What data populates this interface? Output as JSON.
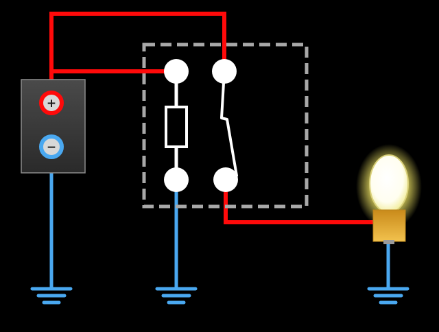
{
  "diagram": {
    "background_color": "#000000",
    "wire_positive_color": "#ff0a0a",
    "wire_ground_color": "#4aa8f0",
    "battery": {
      "positive_symbol": "+",
      "negative_symbol": "−",
      "fill_color": "#3a3a3a"
    },
    "relay": {
      "outline_style": "dashed",
      "outline_color": "#a8a8a8",
      "coil_icon": "resistor-coil",
      "switch_state": "closed"
    },
    "lamp": {
      "state": "lit",
      "glow_color": "#fff36a",
      "base_color": "#e2a52e"
    },
    "ground_symbols": 3
  }
}
